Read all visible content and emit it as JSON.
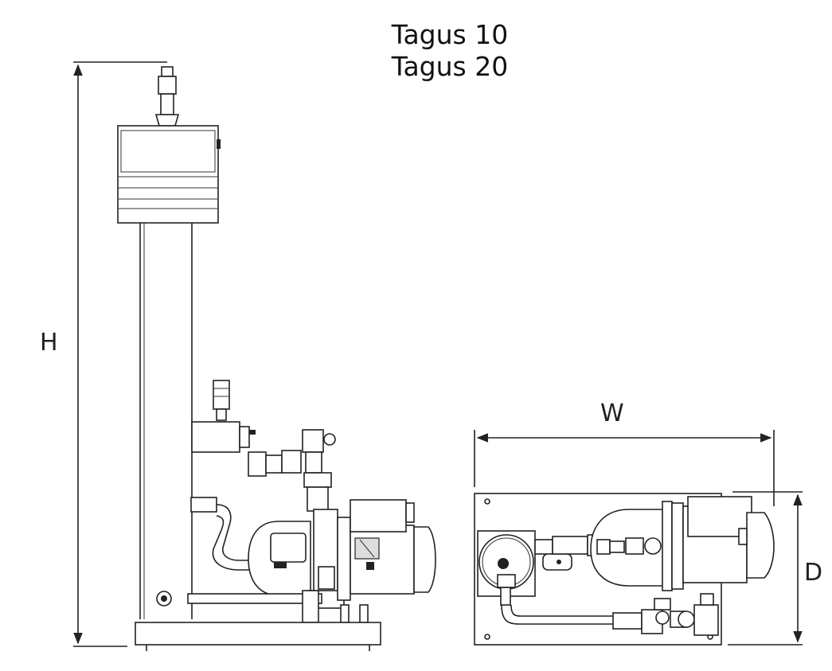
{
  "title": {
    "line1": "Tagus 10",
    "line2": "Tagus 20"
  },
  "dimensions": {
    "height_label": "H",
    "width_label": "W",
    "depth_label": "D"
  },
  "icons": {
    "side_view": "pump-unit-side-elevation",
    "top_view": "pump-unit-plan-view"
  }
}
